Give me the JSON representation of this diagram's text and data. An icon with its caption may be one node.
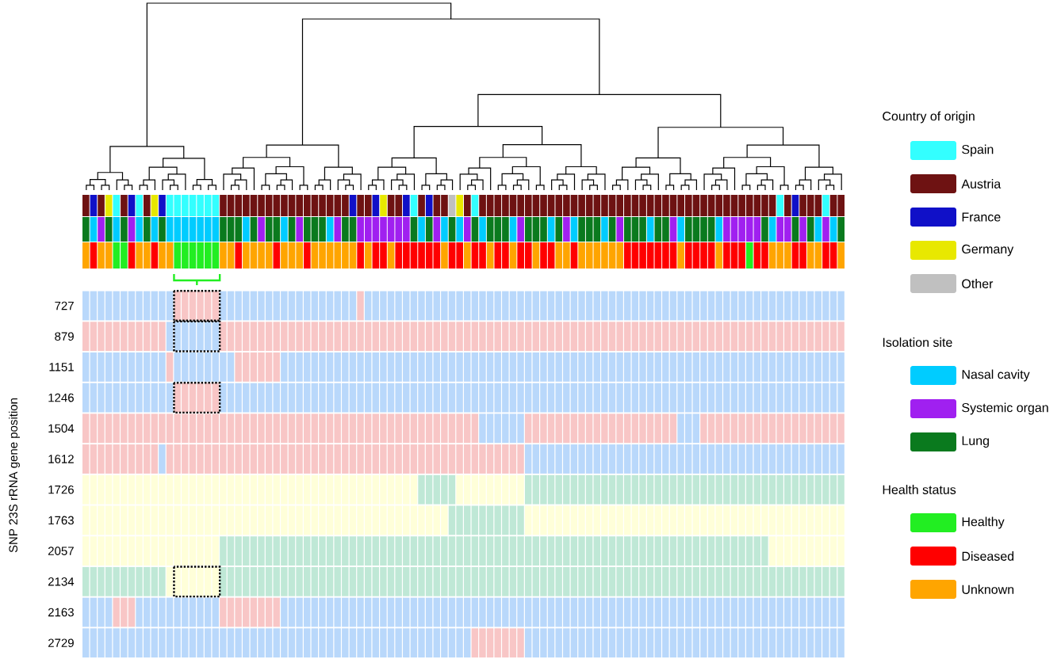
{
  "diagram": {
    "labels": [
      "727",
      "879",
      "1151",
      "1246",
      "1504",
      "1612",
      "1726",
      "1763",
      "2057",
      "2134",
      "2163",
      "2729",
      "SNP 23S rRNA gene position",
      "Country of origin",
      "Isolation site",
      "Health status"
    ],
    "legend": [
      {
        "text": "Spain",
        "color": "#33ffff"
      },
      {
        "text": "Austria",
        "color": "#6e1212"
      },
      {
        "text": "France",
        "color": "#1010c8"
      },
      {
        "text": "Germany",
        "color": "#e8e800"
      },
      {
        "text": "Other",
        "color": "#c0c0c0"
      },
      {
        "text": "Nasal cavity",
        "color": "#00ccff"
      },
      {
        "text": "Systemic organ",
        "color": "#a020f0"
      },
      {
        "text": "Lung",
        "color": "#0a7a1e"
      },
      {
        "text": "Healthy",
        "color": "#22ee22"
      },
      {
        "text": "Diseased",
        "color": "#ff0000"
      },
      {
        "text": "Unknown",
        "color": "#ffa500"
      }
    ]
  }
}
